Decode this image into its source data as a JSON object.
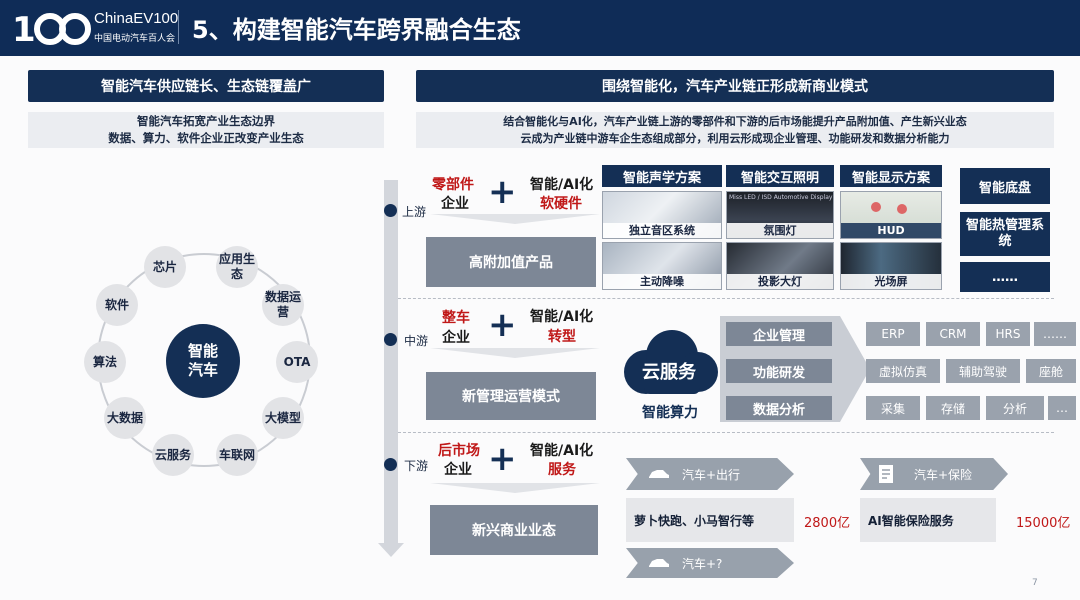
{
  "header": {
    "logo_number": "100",
    "logo_brand": "ChinaEV100",
    "logo_sub": "中国电动汽车百人会",
    "title": "5、构建智能汽车跨界融合生态"
  },
  "left": {
    "banner": "智能汽车供应链长、生态链覆盖广",
    "desc_line1": "智能汽车拓宽产业生态边界",
    "desc_line2": "数据、算力、软件企业正改变产业生态",
    "center_line1": "智能",
    "center_line2": "汽车",
    "nodes": [
      "芯片",
      "应用生态",
      "数据运营",
      "OTA",
      "大模型",
      "车联网",
      "云服务",
      "大数据",
      "算法",
      "软件"
    ]
  },
  "right": {
    "banner": "围绕智能化，汽车产业链正形成新商业模式",
    "desc_line1": "结合智能化与AI化，汽车产业链上游的零部件和下游的后市场能提升产品附加值、产生新兴业态",
    "desc_line2": "云成为产业链中游车企生态组成部分，利用云形成现企业管理、功能研发和数据分析能力"
  },
  "stages": {
    "upstream": {
      "label": "上游",
      "red1": "零部件",
      "black1": "企业",
      "black2": "智能/AI化",
      "red2": "软硬件",
      "result": "高附加值产品",
      "categories": [
        "智能声学方案",
        "智能交互照明",
        "智能显示方案"
      ],
      "photos": [
        "独立音区系统",
        "氛围灯",
        "HUD",
        "主动降噪",
        "投影大灯",
        "光场屏"
      ],
      "photo_overlay_text": "Miss LED / ISD Automotive Display",
      "side_boxes": [
        "智能底盘",
        "智能热管理系统",
        "……"
      ]
    },
    "midstream": {
      "label": "中游",
      "red1": "整车",
      "black1": "企业",
      "black2": "智能/AI化",
      "red2": "转型",
      "result": "新管理运营模式",
      "cloud": "云服务",
      "cloud_sub": "智能算力",
      "functions": [
        "企业管理",
        "功能研发",
        "数据分析"
      ],
      "row1": [
        "ERP",
        "CRM",
        "HRS",
        "……"
      ],
      "row2": [
        "虚拟仿真",
        "辅助驾驶",
        "座舱"
      ],
      "row3": [
        "采集",
        "存储",
        "分析",
        "…"
      ]
    },
    "downstream": {
      "label": "下游",
      "red1": "后市场",
      "black1": "企业",
      "black2": "智能/AI化",
      "red2": "服务",
      "result": "新兴商业业态",
      "tag1": "汽车+出行",
      "tag2": "汽车+保险",
      "tag3": "汽车+?",
      "box1": "萝卜快跑、小马智行等",
      "amount1": "2800亿",
      "box2": "AI智能保险服务",
      "amount2": "15000亿"
    }
  },
  "page_number": "7",
  "colors": {
    "navy": "#142f55",
    "red": "#c01818",
    "gray": "#7d8796"
  }
}
